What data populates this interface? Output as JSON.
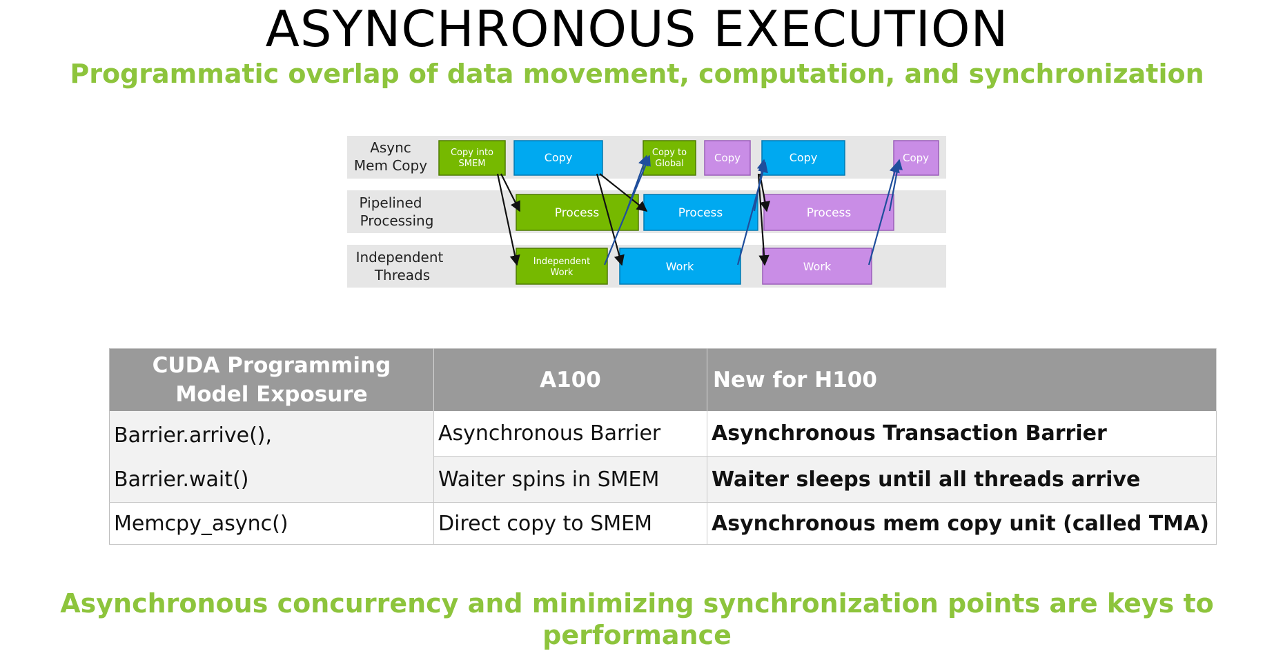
{
  "title": "ASYNCHRONOUS EXECUTION",
  "subtitle": "Programmatic overlap of data movement, computation, and synchronization",
  "footer": "Asynchronous concurrency and minimizing synchronization points are keys to performance",
  "colors": {
    "accent_green": "#8dc43c",
    "block_green": "#76b900",
    "block_blue": "#00a9f0",
    "block_purple": "#c98de6",
    "lane_gray": "#e6e6e6",
    "header_gray": "#9a9a9a"
  },
  "diagram": {
    "lanes": [
      {
        "label_line1": "Async",
        "label_line2": "Mem Copy"
      },
      {
        "label_line1": "Pipelined",
        "label_line2": "Processing"
      },
      {
        "label_line1": "Independent",
        "label_line2": "Threads"
      }
    ],
    "blocks": [
      {
        "id": "b1",
        "text_line1": "Copy into",
        "text_line2": "SMEM",
        "color": "green"
      },
      {
        "id": "b2",
        "text_line1": "Copy",
        "text_line2": "",
        "color": "blue"
      },
      {
        "id": "b3",
        "text_line1": "Copy to",
        "text_line2": "Global",
        "color": "green"
      },
      {
        "id": "b4",
        "text_line1": "Copy",
        "text_line2": "",
        "color": "purple"
      },
      {
        "id": "b5",
        "text_line1": "Copy",
        "text_line2": "",
        "color": "blue"
      },
      {
        "id": "b6",
        "text_line1": "Copy",
        "text_line2": "",
        "color": "purple"
      },
      {
        "id": "b7",
        "text_line1": "Process",
        "text_line2": "",
        "color": "green"
      },
      {
        "id": "b8",
        "text_line1": "Process",
        "text_line2": "",
        "color": "blue"
      },
      {
        "id": "b9",
        "text_line1": "Process",
        "text_line2": "",
        "color": "purple"
      },
      {
        "id": "b10",
        "text_line1": "Independent",
        "text_line2": "Work",
        "color": "green"
      },
      {
        "id": "b11",
        "text_line1": "Work",
        "text_line2": "",
        "color": "blue"
      },
      {
        "id": "b12",
        "text_line1": "Work",
        "text_line2": "",
        "color": "purple"
      }
    ]
  },
  "table": {
    "headers": [
      "CUDA Programming Model Exposure",
      "A100",
      "New for H100"
    ],
    "rows": [
      {
        "c1_line1": "Barrier.arrive(),",
        "c1_line2": "Barrier.wait()",
        "c2": "Asynchronous Barrier",
        "c3": "Asynchronous Transaction Barrier"
      },
      {
        "c2": "Waiter spins in SMEM",
        "c3": "Waiter sleeps until all threads arrive"
      },
      {
        "c1": "Memcpy_async()",
        "c2": "Direct copy to SMEM",
        "c3": "Asynchronous mem copy unit (called TMA)"
      }
    ]
  }
}
